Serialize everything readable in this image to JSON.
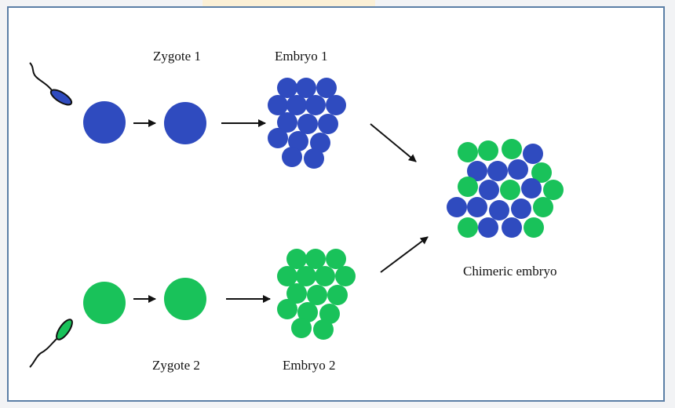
{
  "labels": {
    "zygote1": "Zygote 1",
    "embryo1": "Embryo 1",
    "zygote2": "Zygote 2",
    "embryo2": "Embryo 2",
    "chimeric": "Chimeric embryo"
  },
  "colors": {
    "blue": "#2f4bbf",
    "green": "#19c25a",
    "frame": "#5b7fa6",
    "tab": "#fbf0d6"
  },
  "icons": [
    "sperm-icon",
    "arrow-icon"
  ]
}
